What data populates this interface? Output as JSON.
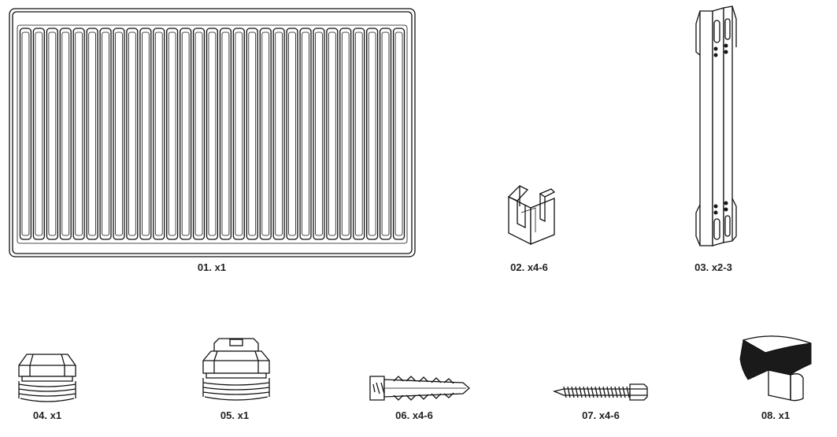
{
  "parts": [
    {
      "id": "radiator",
      "label": "01. x1"
    },
    {
      "id": "clip",
      "label": "02. x4-6"
    },
    {
      "id": "bracket",
      "label": "03. x2-3"
    },
    {
      "id": "blind-plug",
      "label": "04. x1"
    },
    {
      "id": "air-vent-plug",
      "label": "05. x1"
    },
    {
      "id": "wall-plug",
      "label": "06. x4-6"
    },
    {
      "id": "screw",
      "label": "07. x4-6"
    },
    {
      "id": "vent-key",
      "label": "08. x1"
    }
  ],
  "colors": {
    "line": "#111111",
    "background": "#ffffff",
    "fill_dark": "#1a1a1a"
  }
}
